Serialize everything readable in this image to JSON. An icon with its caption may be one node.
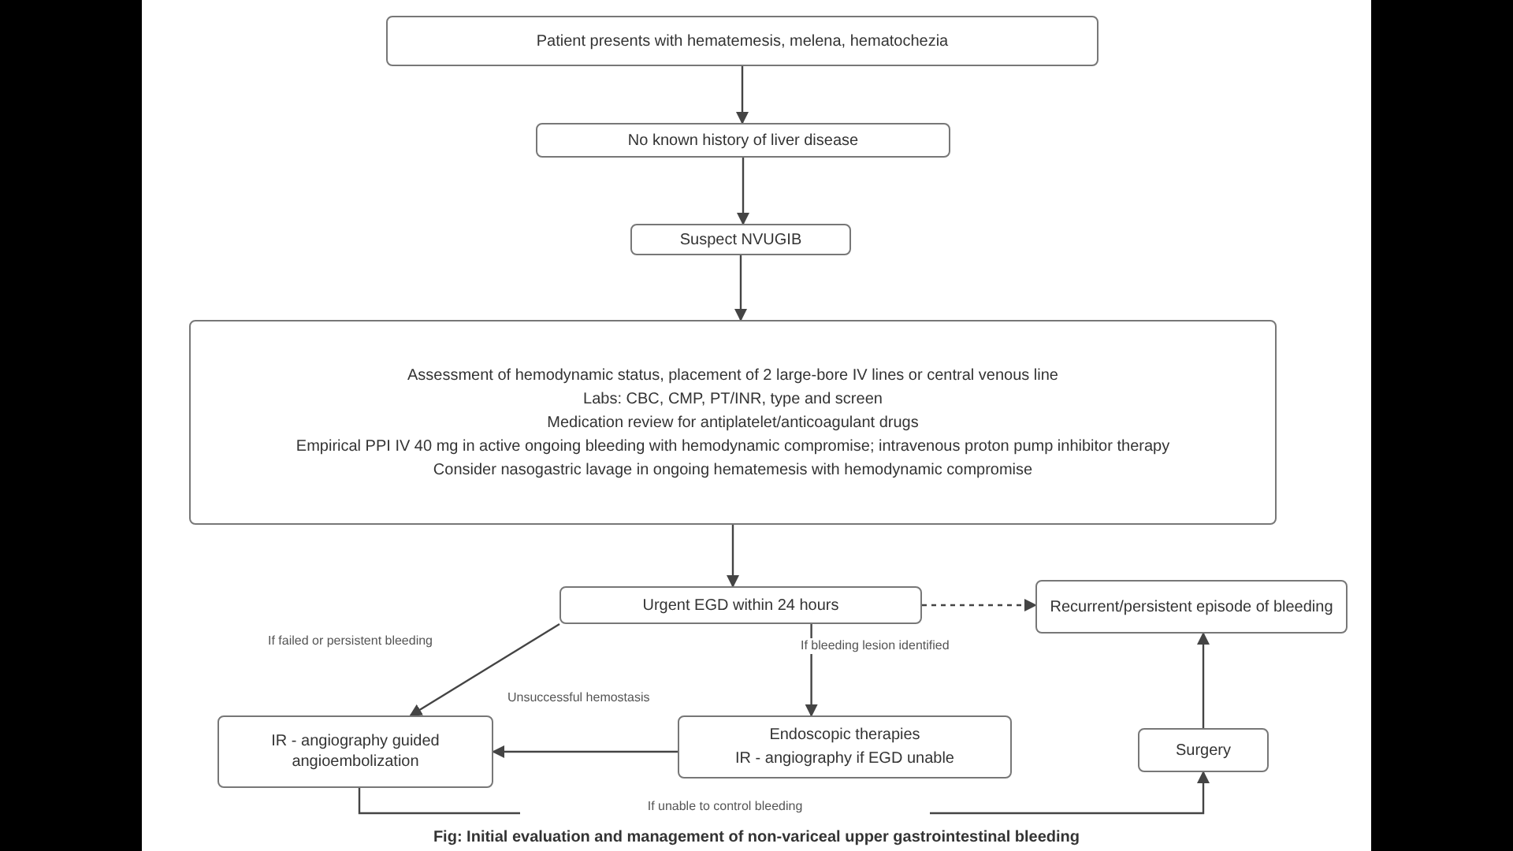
{
  "diagram": {
    "caption": "Fig: Initial evaluation and management of non-variceal upper gastrointestinal bleeding",
    "nodes": [
      {
        "text": [
          "Patient presents with hematemesis, melena, hematochezia"
        ]
      },
      {
        "text": [
          "No known history of liver disease"
        ]
      },
      {
        "text": [
          "Suspect NVUGIB"
        ]
      },
      {
        "text": [
          "Assessment of hemodynamic status, placement of 2 large-bore IV lines or central venous line",
          "Labs: CBC, CMP, PT/INR, type and screen",
          "Medication review for antiplatelet/anticoagulant drugs",
          "Empirical PPI IV 40 mg in active ongoing bleeding with hemodynamic compromise; intravenous proton pump inhibitor therapy",
          "Consider nasogastric lavage in ongoing hematemesis with hemodynamic compromise"
        ]
      },
      {
        "text": [
          "Urgent EGD within 24 hours"
        ]
      },
      {
        "text": [
          "Recurrent/persistent episode of bleeding"
        ]
      },
      {
        "text": [
          "IR - angiography guided angioembolization"
        ]
      },
      {
        "text": [
          "Endoscopic therapies",
          "IR - angiography if EGD unable"
        ]
      },
      {
        "text": [
          "Surgery"
        ]
      }
    ],
    "edges": [
      {
        "from": 0,
        "to": 1,
        "arrow": "to"
      },
      {
        "from": 1,
        "to": 2,
        "arrow": "to"
      },
      {
        "from": 2,
        "to": 3,
        "arrow": "to"
      },
      {
        "from": 3,
        "to": 4,
        "arrow": "to"
      },
      {
        "from": 4,
        "to": 5,
        "arrow": "to",
        "style": "dashed"
      },
      {
        "from": 4,
        "to": 6,
        "arrow": "to",
        "label": "If failed or persistent bleeding"
      },
      {
        "from": 4,
        "to": 7,
        "arrow": "to",
        "label": "If bleeding lesion identified"
      },
      {
        "from": 7,
        "to": 6,
        "arrow": "to",
        "label": "Unsuccessful hemostasis"
      },
      {
        "from": 8,
        "to": 5,
        "arrow": "to"
      },
      {
        "from": 6,
        "to": 8,
        "arrow": "to",
        "label": "If unable to control bleeding"
      }
    ]
  }
}
